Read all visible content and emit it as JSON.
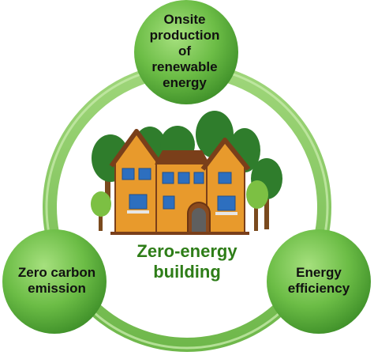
{
  "diagram": {
    "nodes": {
      "top": "Onsite\nproduction\nof\nrenewable\nenergy",
      "left": "Zero carbon\nemission",
      "right": "Energy\nefficiency"
    },
    "center": "Zero-energy\nbuilding"
  },
  "colors": {
    "ring": "#8fce6c",
    "ring_highlight": "#b7e39b",
    "node_dark": "#3f8f2a",
    "node_light": "#8fd46a",
    "center_text": "#2e7d18",
    "house_wall": "#e89a2c",
    "house_roof": "#7a3f1a",
    "tree_dark": "#2f7d2c",
    "tree_light": "#7cc043",
    "window": "#2d6fbf"
  },
  "icons": {
    "house": "house-icon",
    "trees": "tree-icon"
  }
}
